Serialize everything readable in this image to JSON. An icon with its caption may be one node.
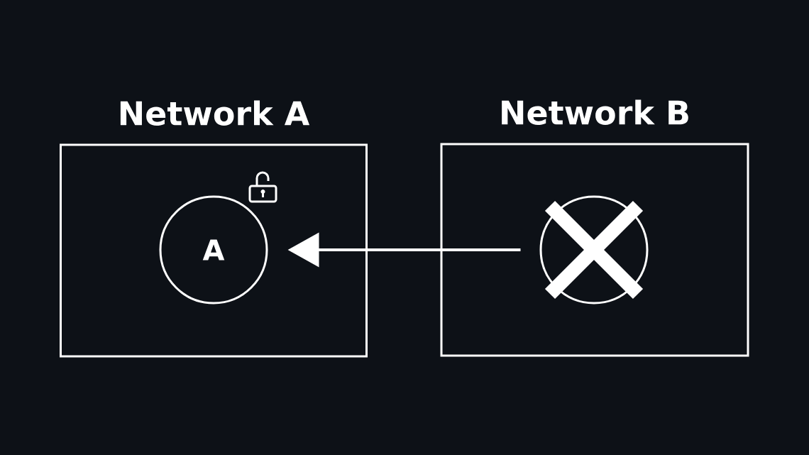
{
  "diagram": {
    "nodes": [
      {
        "text": [
          "Network A"
        ]
      },
      {
        "text": [
          "A"
        ],
        "in": 0
      },
      {
        "text": [
          "Network B"
        ]
      },
      {
        "text": [],
        "shape": "circle",
        "in": 2
      }
    ],
    "edges": [
      {
        "from": 3,
        "to": 1,
        "arrow": "to"
      }
    ]
  }
}
